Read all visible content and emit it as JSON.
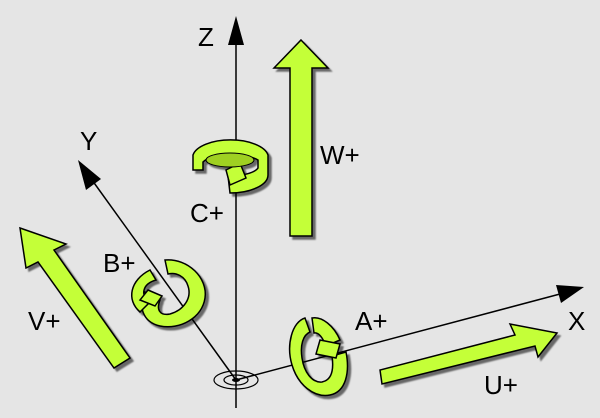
{
  "axes": {
    "x_label": "X",
    "y_label": "Y",
    "z_label": "Z"
  },
  "translations": {
    "u_label": "U+",
    "v_label": "V+",
    "w_label": "W+"
  },
  "rotations": {
    "a_label": "A+",
    "b_label": "B+",
    "c_label": "C+"
  },
  "colors": {
    "background": "#e5e5e5",
    "arrow_fill": "#c4ff38",
    "line": "#000000"
  }
}
